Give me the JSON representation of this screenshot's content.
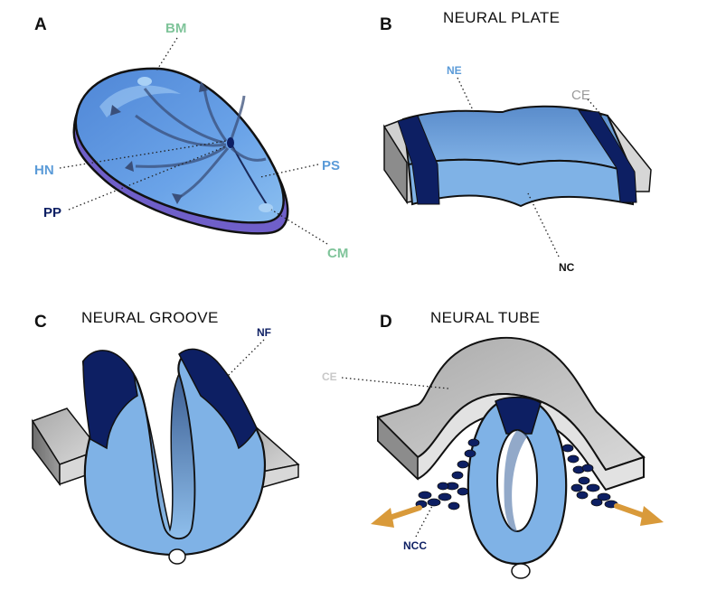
{
  "colors": {
    "light_blue": "#7fb2e6",
    "mid_blue": "#5b8fd0",
    "dark_navy": "#0d1f63",
    "purple": "#6f5fc9",
    "green_label": "#7fc49a",
    "blue_label": "#5b9bd8",
    "gray_label": "#9a9a9a",
    "orange_arrow": "#d99a3a",
    "gray_tissue": "#c9c9c9"
  },
  "panels": {
    "a": {
      "letter": "A",
      "labels": {
        "bm": "BM",
        "hn": "HN",
        "pp": "PP",
        "ps": "PS",
        "cm": "CM"
      }
    },
    "b": {
      "letter": "B",
      "title": "NEURAL PLATE",
      "labels": {
        "ne": "NE",
        "ce": "CE",
        "nc": "NC"
      }
    },
    "c": {
      "letter": "C",
      "title": "NEURAL GROOVE",
      "labels": {
        "nf": "NF"
      }
    },
    "d": {
      "letter": "D",
      "title": "NEURAL TUBE",
      "labels": {
        "ce": "CE",
        "ncc": "NCC"
      }
    }
  }
}
